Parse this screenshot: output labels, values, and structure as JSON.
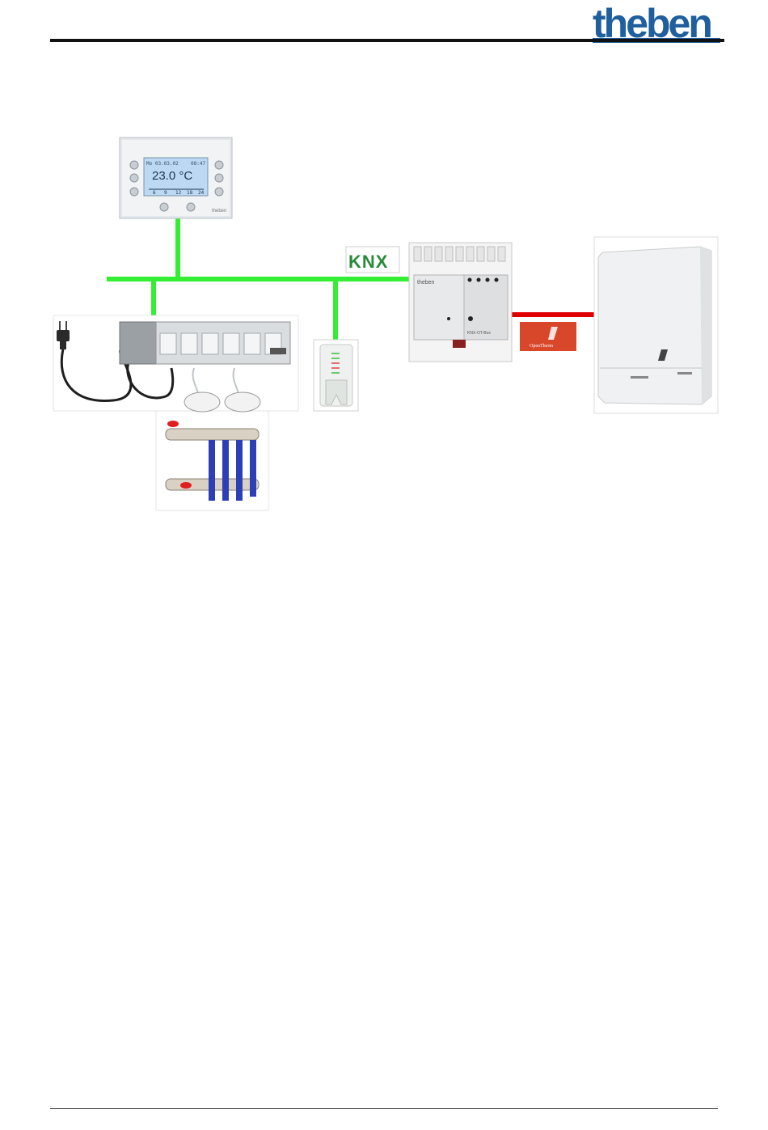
{
  "header": {
    "logo_text": "theben"
  },
  "thermostat": {
    "date_line": "Mo 03.03.02",
    "time_line": "08:47",
    "temperature": "23.0 °C",
    "scale": [
      "6",
      "9",
      "12",
      "18",
      "24"
    ],
    "brand": "theben"
  },
  "knx_logo": {
    "text": "KNX"
  },
  "gateway": {
    "brand": "theben",
    "model": "KNX-OT-Box"
  },
  "opentherm": {
    "label": "OpenTherm"
  },
  "colors": {
    "bus_green": "#33ee33",
    "opentherm_red": "#e00000",
    "logo_blue": "#1f5f9e"
  }
}
